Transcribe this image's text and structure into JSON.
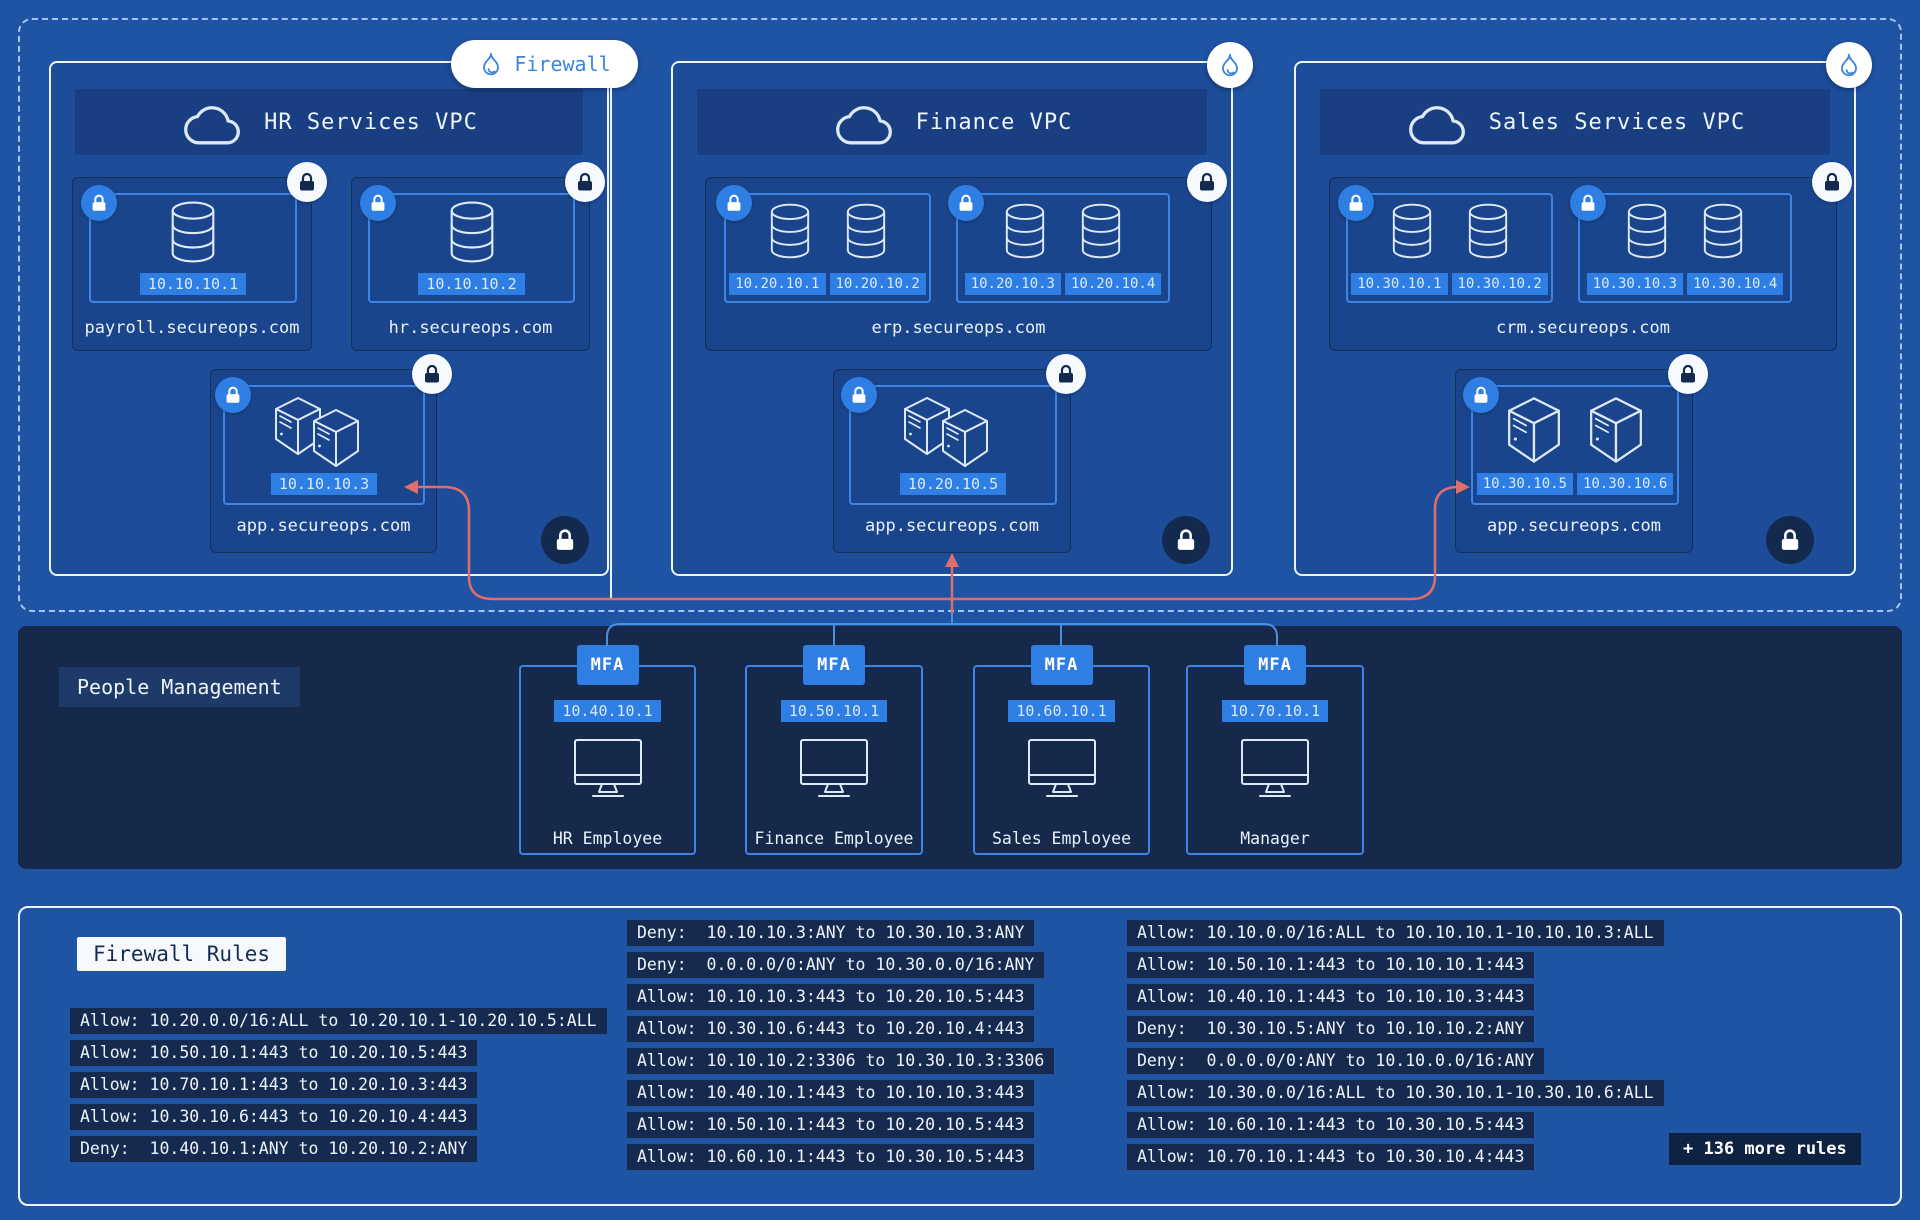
{
  "firewall_badge": {
    "label": "Firewall"
  },
  "vpcs": {
    "hr": {
      "title": "HR Services VPC",
      "db1": {
        "ip": "10.10.10.1",
        "domain": "payroll.secureops.com"
      },
      "db2": {
        "ip": "10.10.10.2",
        "domain": "hr.secureops.com"
      },
      "app": {
        "ip": "10.10.10.3",
        "domain": "app.secureops.com"
      }
    },
    "finance": {
      "title": "Finance VPC",
      "erp": {
        "domain": "erp.secureops.com",
        "ips": [
          "10.20.10.1",
          "10.20.10.2",
          "10.20.10.3",
          "10.20.10.4"
        ]
      },
      "app": {
        "ip": "10.20.10.5",
        "domain": "app.secureops.com"
      }
    },
    "sales": {
      "title": "Sales Services VPC",
      "crm": {
        "domain": "crm.secureops.com",
        "ips": [
          "10.30.10.1",
          "10.30.10.2",
          "10.30.10.3",
          "10.30.10.4"
        ]
      },
      "app": {
        "ip1": "10.30.10.5",
        "ip2": "10.30.10.6",
        "domain": "app.secureops.com"
      }
    }
  },
  "people": {
    "title": "People Management",
    "mfa_label": "MFA",
    "users": [
      {
        "ip": "10.40.10.1",
        "label": "HR Employee"
      },
      {
        "ip": "10.50.10.1",
        "label": "Finance Employee"
      },
      {
        "ip": "10.60.10.1",
        "label": "Sales Employee"
      },
      {
        "ip": "10.70.10.1",
        "label": "Manager"
      }
    ]
  },
  "firewall_rules": {
    "title": "Firewall Rules",
    "col1": [
      "Allow: 10.20.0.0/16:ALL to 10.20.10.1-10.20.10.5:ALL",
      "Allow: 10.50.10.1:443 to 10.20.10.5:443",
      "Allow: 10.70.10.1:443 to 10.20.10.3:443",
      "Allow: 10.30.10.6:443 to 10.20.10.4:443",
      "Deny:  10.40.10.1:ANY to 10.20.10.2:ANY"
    ],
    "col2": [
      "Deny:  10.10.10.3:ANY to 10.30.10.3:ANY",
      "Deny:  0.0.0.0/0:ANY to 10.30.0.0/16:ANY",
      "Allow: 10.10.10.3:443 to 10.20.10.5:443",
      "Allow: 10.30.10.6:443 to 10.20.10.4:443",
      "Allow: 10.10.10.2:3306 to 10.30.10.3:3306",
      "Allow: 10.40.10.1:443 to 10.10.10.3:443",
      "Allow: 10.50.10.1:443 to 10.20.10.5:443",
      "Allow: 10.60.10.1:443 to 10.30.10.5:443"
    ],
    "col3": [
      "Allow: 10.10.0.0/16:ALL to 10.10.10.1-10.10.10.3:ALL",
      "Allow: 10.50.10.1:443 to 10.10.10.1:443",
      "Allow: 10.40.10.1:443 to 10.10.10.3:443",
      "Deny:  10.30.10.5:ANY to 10.10.10.2:ANY",
      "Deny:  0.0.0.0/0:ANY to 10.10.0.0/16:ANY",
      "Allow: 10.30.0.0/16:ALL to 10.30.10.1-10.30.10.6:ALL",
      "Allow: 10.60.10.1:443 to 10.30.10.5:443",
      "Allow: 10.70.10.1:443 to 10.30.10.4:443"
    ],
    "more": "+ 136 more rules"
  },
  "colors": {
    "page_bg": "#1f53a4",
    "vpc_fill": "#1d4c99",
    "vpc_header": "#193f82",
    "subbox_fill": "#1a458c",
    "accent_blue": "#2e7ee4",
    "dark_navy": "#152a4e",
    "attack_red": "#e06c6c",
    "connector_blue": "#4a90e0"
  }
}
